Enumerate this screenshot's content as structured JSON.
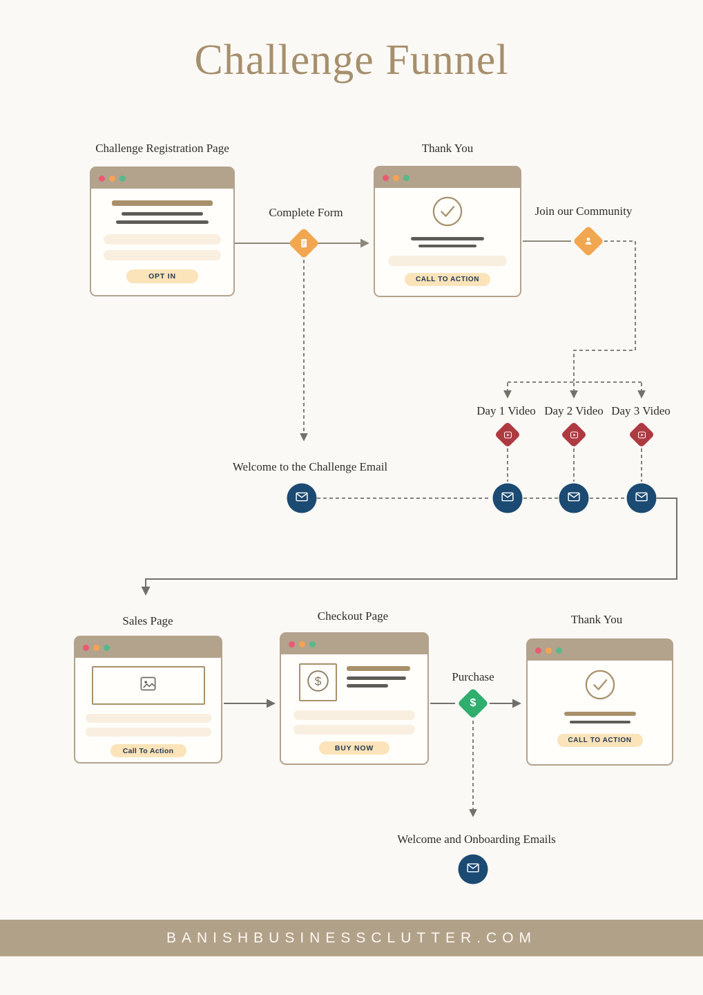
{
  "title": "Challenge Funnel",
  "top": {
    "registration_label": "Challenge Registration Page",
    "registration_button": "OPT IN",
    "complete_form_label": "Complete Form",
    "thank_you_label": "Thank You",
    "thank_you_button": "CALL TO ACTION",
    "join_community_label": "Join our Community"
  },
  "videos": [
    {
      "label": "Day 1 Video"
    },
    {
      "label": "Day 2 Video"
    },
    {
      "label": "Day 3 Video"
    }
  ],
  "emails": {
    "welcome_label": "Welcome to the Challenge Email",
    "onboarding_label": "Welcome and Onboarding Emails"
  },
  "bottom": {
    "sales_label": "Sales Page",
    "sales_button": "Call To Action",
    "checkout_label": "Checkout Page",
    "checkout_button": "BUY NOW",
    "purchase_label": "Purchase",
    "thank_you_label": "Thank You",
    "thank_you_button": "CALL TO ACTION"
  },
  "icons": {
    "dollar": "$"
  },
  "footer": {
    "text": "BANISHBUSINESSCLUTTER.COM"
  },
  "colors": {
    "background": "#fbf9f5",
    "taupe": "#b3a28c",
    "title_tan": "#a68f6d",
    "orange": "#f1a750",
    "red": "#ae3a41",
    "green": "#2fae6e",
    "navy": "#1b4a73",
    "pill_beige": "#fbe3ba",
    "light_beige": "#f9efe0"
  }
}
